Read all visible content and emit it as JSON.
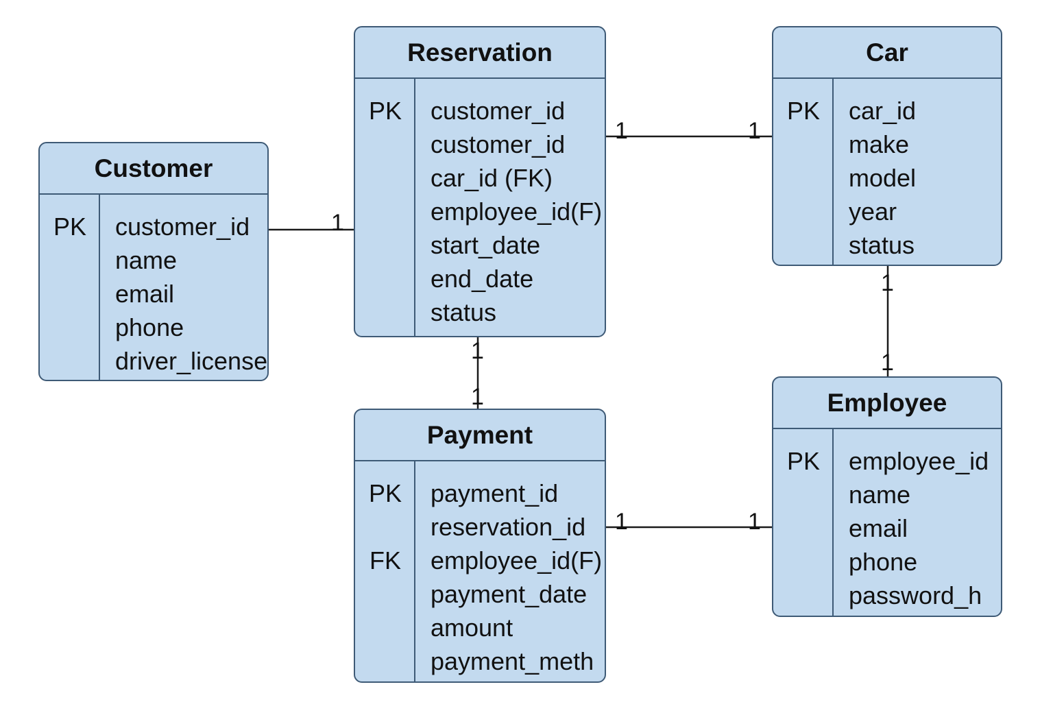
{
  "entities": {
    "customer": {
      "title": "Customer",
      "keys": [
        "PK"
      ],
      "attributes": [
        "customer_id",
        "name",
        "email",
        "phone",
        "driver_license"
      ]
    },
    "reservation": {
      "title": "Reservation",
      "keys": [
        "PK"
      ],
      "attributes": [
        "customer_id",
        "customer_id",
        "car_id (FK)",
        "employee_id(F)",
        "start_date",
        "end_date",
        "status"
      ]
    },
    "car": {
      "title": "Car",
      "keys": [
        "PK"
      ],
      "attributes": [
        "car_id",
        "make",
        "model",
        "year",
        "status"
      ]
    },
    "payment": {
      "title": "Payment",
      "keys": [
        "PK",
        "FK"
      ],
      "attributes": [
        "payment_id",
        "reservation_id",
        "employee_id(F)",
        "payment_date",
        "amount",
        "payment_meth"
      ]
    },
    "employee": {
      "title": "Employee",
      "keys": [
        "PK"
      ],
      "attributes": [
        "employee_id",
        "name",
        "email",
        "phone",
        "password_h"
      ]
    }
  },
  "relationships": [
    {
      "from": "customer",
      "to": "reservation",
      "cardinality_from": "",
      "cardinality_to": "1"
    },
    {
      "from": "reservation",
      "to": "car",
      "cardinality_from": "1",
      "cardinality_to": "1"
    },
    {
      "from": "reservation",
      "to": "payment",
      "cardinality_from": "1",
      "cardinality_to": "1"
    },
    {
      "from": "car",
      "to": "employee",
      "cardinality_from": "1",
      "cardinality_to": "1"
    },
    {
      "from": "payment",
      "to": "employee",
      "cardinality_from": "1",
      "cardinality_to": "1"
    }
  ]
}
